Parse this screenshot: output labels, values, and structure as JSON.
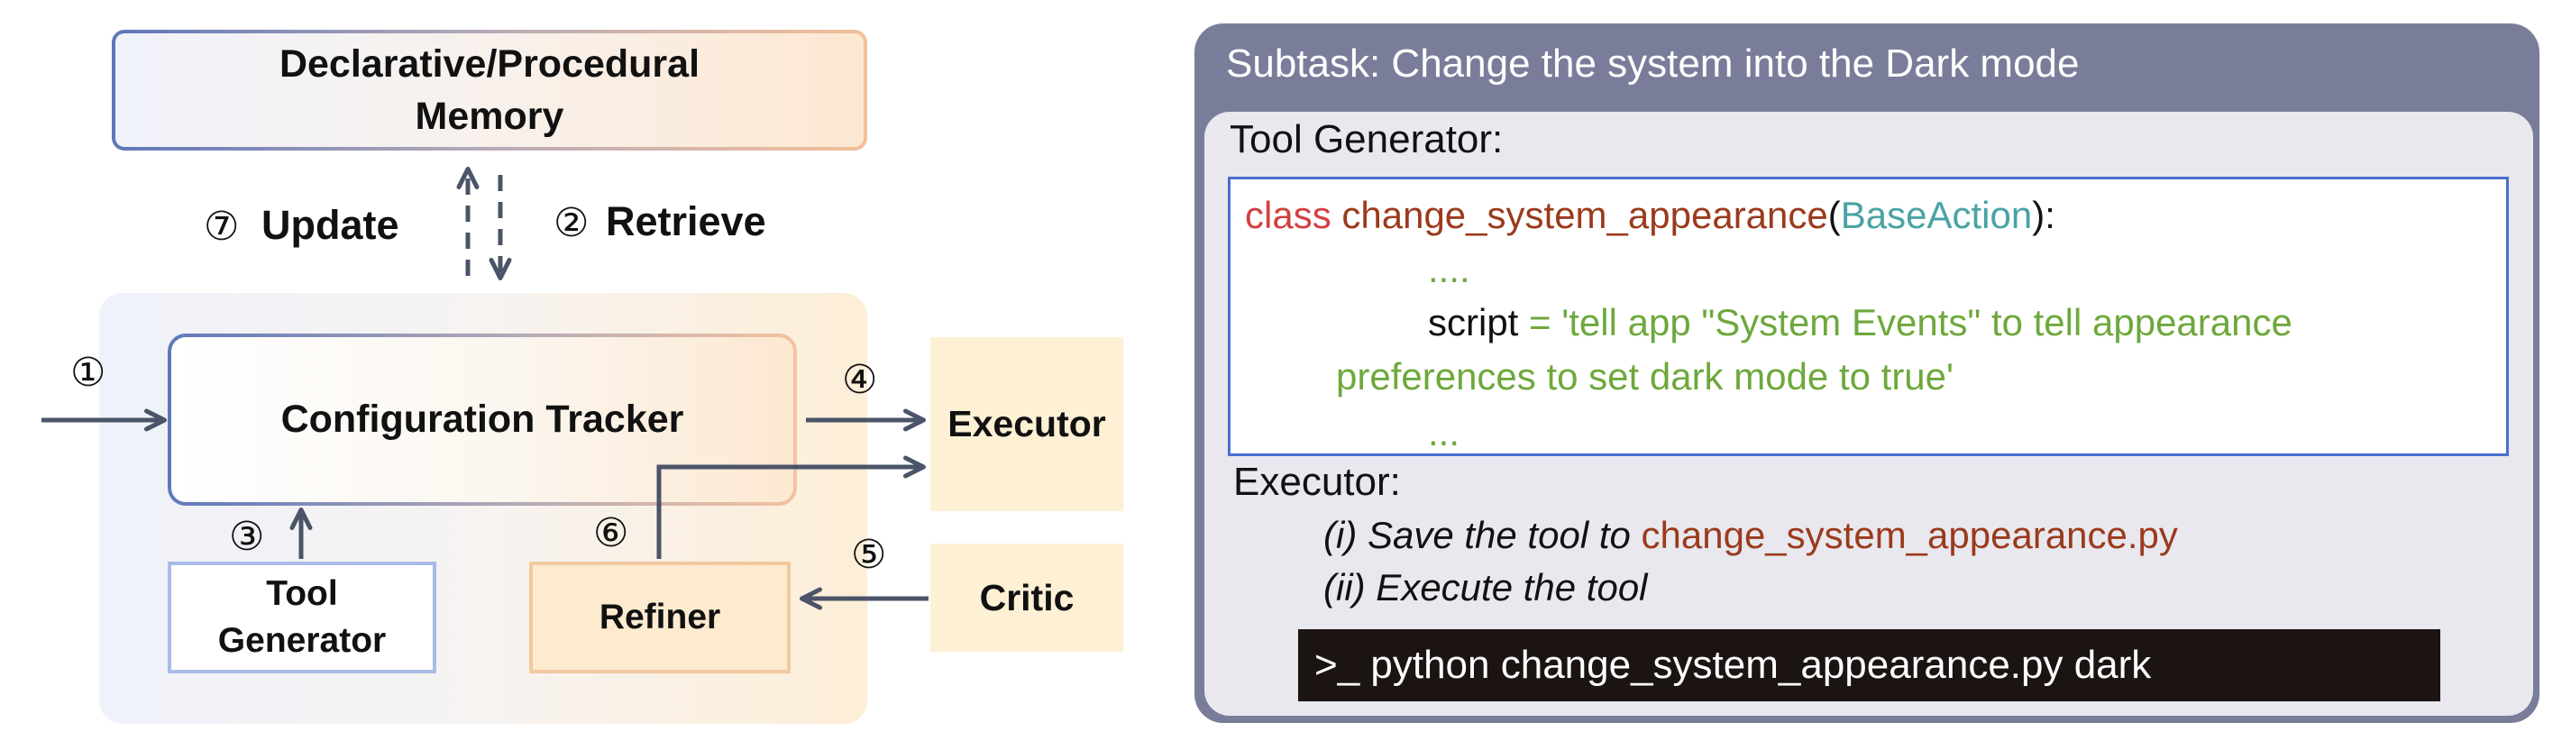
{
  "diagram": {
    "memory_label_line1": "Declarative/Procedural",
    "memory_label_line2": "Memory",
    "update_label": "Update",
    "retrieve_label": "Retrieve",
    "tracker_label": "Configuration Tracker",
    "executor_label": "Executor",
    "critic_label": "Critic",
    "tool_generator_line1": "Tool",
    "tool_generator_line2": "Generator",
    "refiner_label": "Refiner",
    "step_markers": [
      "①",
      "②",
      "③",
      "④",
      "⑤",
      "⑥",
      "⑦"
    ]
  },
  "example": {
    "header": "Subtask: Change the system into the Dark mode",
    "tool_generator_label": "Tool Generator:",
    "code": {
      "keyword": "class",
      "class_name": "change_system_appearance",
      "paren_open": "(",
      "base_class": "BaseAction",
      "paren_close": "):",
      "ellipsis_top": "....",
      "assign_var": "script",
      "assign_op": "=",
      "script_line1": "'tell app \"System Events\" to tell appearance",
      "script_line2": "preferences to set dark mode to true'",
      "ellipsis_bottom": "..."
    },
    "executor_label": "Executor:",
    "steps": [
      {
        "prefix": "(i) Save the tool to ",
        "file": "change_system_appearance.py"
      },
      {
        "prefix": "(ii) Execute the tool",
        "file": ""
      }
    ],
    "terminal_command": ">_ python change_system_appearance.py dark"
  },
  "colors": {
    "panel_frame": "#7a7d9a",
    "panel_body": "#e8e8ee",
    "code_border": "#4a6fd0",
    "keyword": "#d44040",
    "identifier": "#9b3a1c",
    "base_class": "#4aa3a3",
    "string": "#6ea83c",
    "terminal_bg": "#1b1413",
    "arrow": "#4b5468"
  }
}
